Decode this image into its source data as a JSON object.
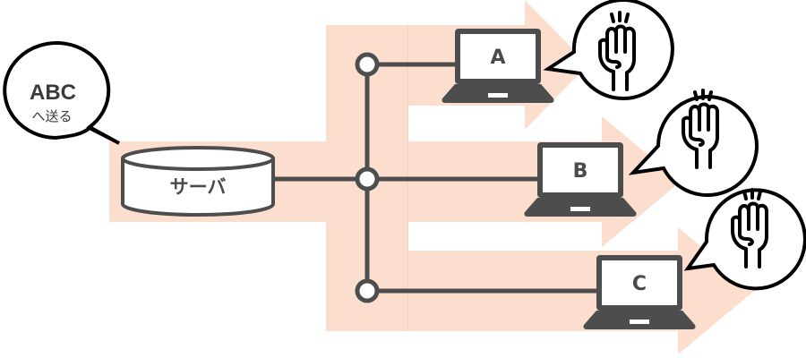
{
  "diagram": {
    "colors": {
      "flow": "#fbdece",
      "line": "#4d4d4d",
      "outline": "#000000",
      "fill": "#ffffff"
    },
    "sender_bubble": {
      "title": "ABC",
      "subtitle": "へ送る"
    },
    "server": {
      "label": "サーバ",
      "icon": "database-cylinder-icon"
    },
    "clients": [
      {
        "label": "A",
        "icon": "laptop-icon",
        "reaction_icon": "raised-hand-icon"
      },
      {
        "label": "B",
        "icon": "laptop-icon",
        "reaction_icon": "raised-hand-icon"
      },
      {
        "label": "C",
        "icon": "laptop-icon",
        "reaction_icon": "raised-hand-icon"
      }
    ]
  }
}
